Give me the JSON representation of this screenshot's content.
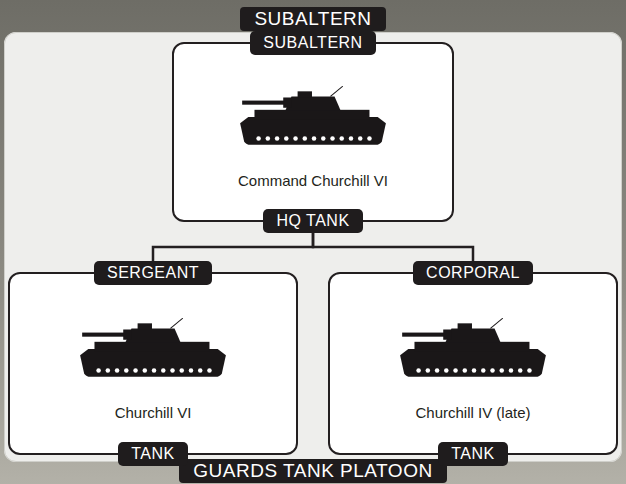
{
  "diagram": {
    "nodes": [
      {
        "text": [
          "SUBALTERN",
          "GUARDS TANK PLATOON"
        ]
      },
      {
        "text": [
          "SUBALTERN",
          "Command Churchill VI",
          "HQ TANK"
        ],
        "in": 0
      },
      {
        "text": [
          "SERGEANT",
          "Churchill VI",
          "TANK"
        ],
        "in": 0
      },
      {
        "text": [
          "CORPORAL",
          "Churchill IV (late)",
          "TANK"
        ],
        "in": 0
      }
    ],
    "edges": [
      {
        "from": 1,
        "to": 2,
        "arrow": "none"
      },
      {
        "from": 1,
        "to": 3,
        "arrow": "none"
      }
    ]
  }
}
